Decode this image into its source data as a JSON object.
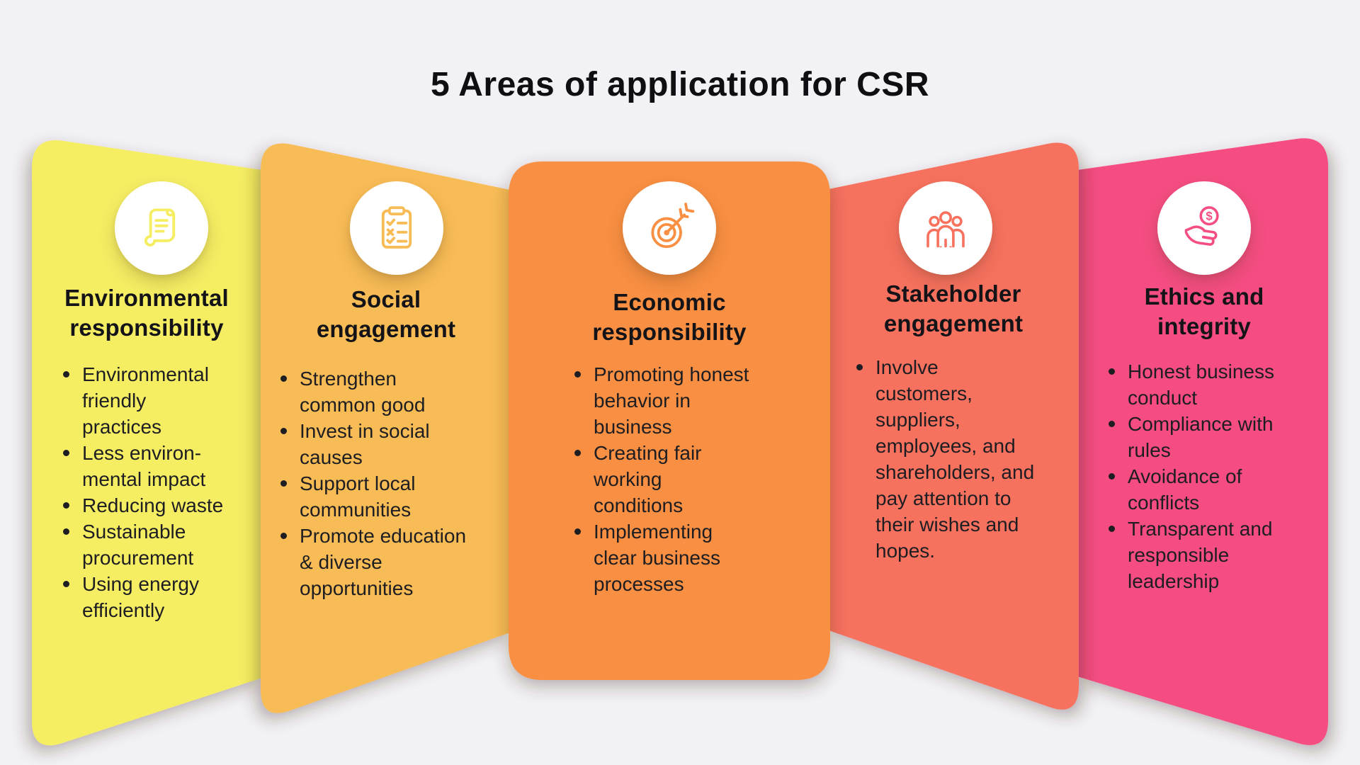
{
  "page": {
    "title": "5 Areas of application for CSR",
    "background_color": "#F2F1F5"
  },
  "cards": [
    {
      "id": "environmental-responsibility",
      "color": "#F5EE63",
      "icon": "scroll-icon",
      "title": "Environmental\nresponsibility",
      "bullets": [
        "Environmental\nfriendly\npractices",
        "Less environ-\nmental impact",
        "Reducing waste",
        "Sustainable\nprocurement",
        "Using energy\nefficiently"
      ]
    },
    {
      "id": "social-engagement",
      "color": "#F8BC57",
      "icon": "clipboard-checklist-icon",
      "title": "Social\nengagement",
      "bullets": [
        "Strengthen\ncommon good",
        "Invest in social\ncauses",
        "Support local\ncommunities",
        "Promote education\n& diverse\nopportunities"
      ]
    },
    {
      "id": "economic-responsibility",
      "color": "#F98F42",
      "icon": "target-arrow-icon",
      "title": "Economic\nresponsibility",
      "bullets": [
        "Promoting honest\nbehavior in\nbusiness",
        "Creating fair\nworking\nconditions",
        "Implementing\nclear business\nprocesses"
      ]
    },
    {
      "id": "stakeholder-engagement",
      "color": "#F7715E",
      "icon": "people-group-icon",
      "title": "Stakeholder\nengagement",
      "bullets": [
        "Involve\ncustomers,\nsuppliers,\nemployees, and\nshareholders, and\npay attention to\ntheir wishes and\nhopes."
      ]
    },
    {
      "id": "ethics-and-integrity",
      "color": "#F54E82",
      "icon": "hand-coin-icon",
      "currency_symbol": "$",
      "title": "Ethics and\nintegrity",
      "bullets": [
        "Honest business\nconduct",
        "Compliance with\nrules",
        "Avoidance of\nconflicts",
        "Transparent and\nresponsible\nleadership"
      ]
    }
  ]
}
